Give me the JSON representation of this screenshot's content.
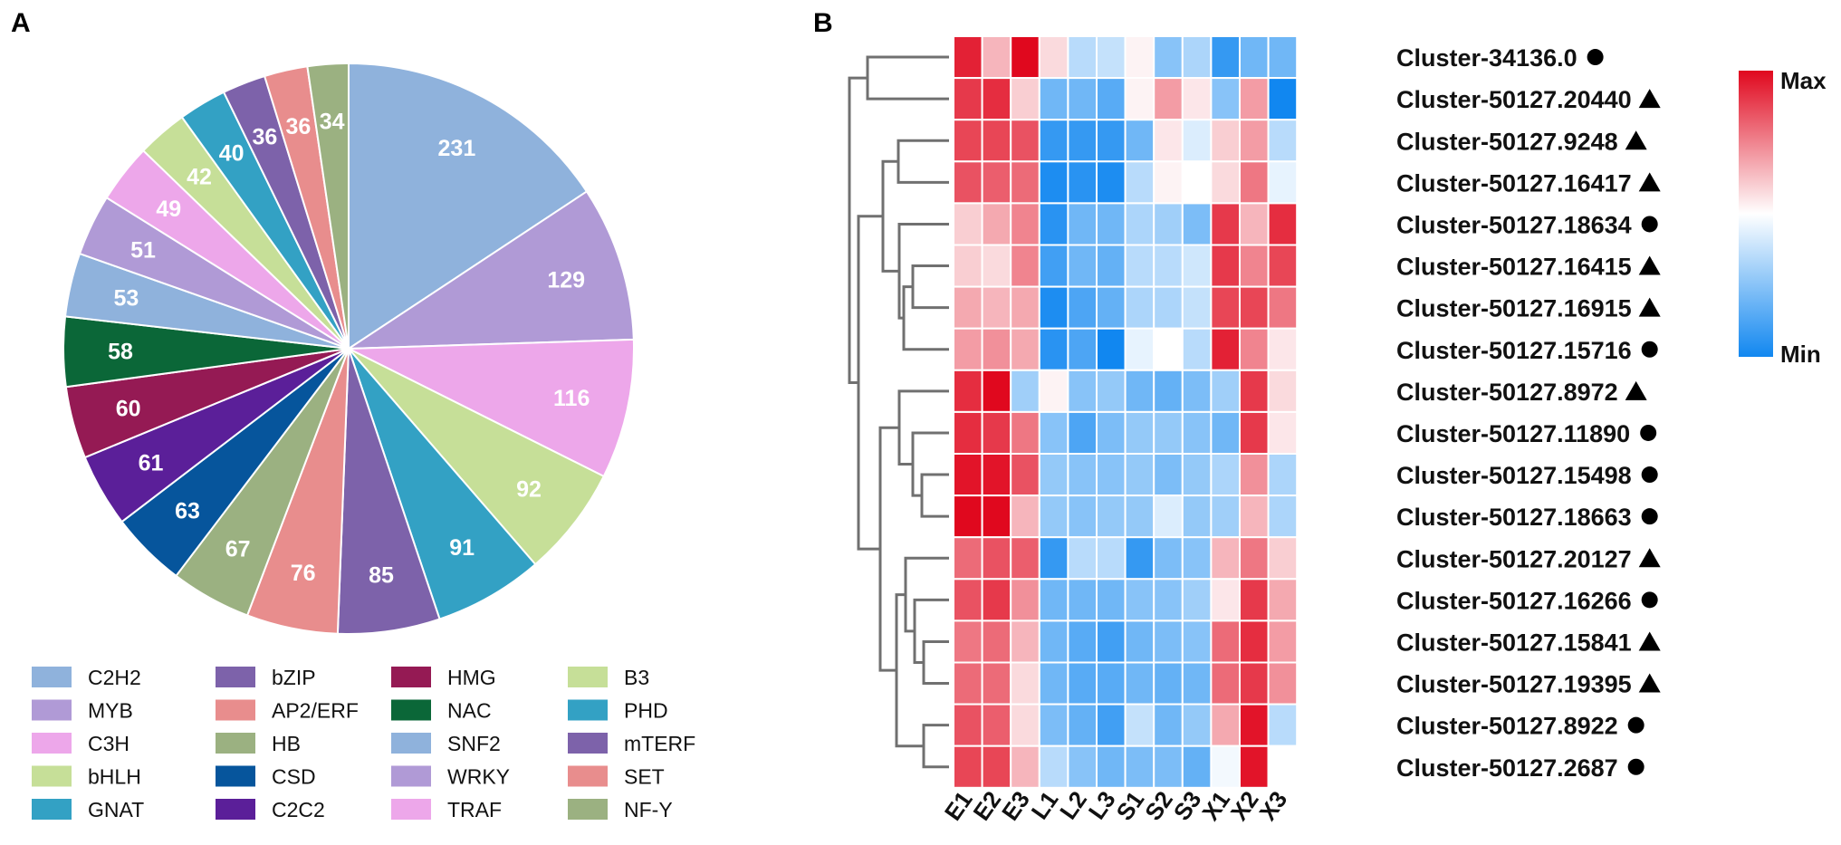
{
  "chart_data": [
    {
      "panel": "A",
      "type": "pie",
      "categories": [
        "C2H2",
        "MYB",
        "C3H",
        "bHLH",
        "GNAT",
        "bZIP",
        "AP2/ERF",
        "HB",
        "CSD",
        "C2C2",
        "HMG",
        "NAC",
        "SNF2",
        "WRKY",
        "TRAF",
        "B3",
        "PHD",
        "mTERF",
        "SET",
        "NF-Y"
      ],
      "values": [
        231,
        129,
        116,
        92,
        91,
        85,
        76,
        67,
        63,
        61,
        60,
        58,
        53,
        51,
        49,
        42,
        40,
        36,
        36,
        34
      ],
      "colors": [
        "#8fb2dc",
        "#b09ad6",
        "#eda7ea",
        "#c6df98",
        "#33a1c4",
        "#7d62aa",
        "#e88d8d",
        "#9bb181",
        "#06559c",
        "#5b1f99",
        "#951a54",
        "#0b6738",
        "#8fb2dc",
        "#b09ad6",
        "#eda7ea",
        "#c6df98",
        "#33a1c4",
        "#7d62aa",
        "#e88d8d",
        "#9bb181"
      ],
      "legend_placement": "bottom"
    },
    {
      "panel": "B",
      "type": "heatmap",
      "columns": [
        "E1",
        "E2",
        "E3",
        "L1",
        "L2",
        "L3",
        "S1",
        "S2",
        "S3",
        "X1",
        "X2",
        "X3"
      ],
      "rows": [
        {
          "label": "Cluster-34136.0",
          "marker": "circle"
        },
        {
          "label": "Cluster-50127.20440",
          "marker": "triangle"
        },
        {
          "label": "Cluster-50127.9248",
          "marker": "triangle"
        },
        {
          "label": "Cluster-50127.16417",
          "marker": "triangle"
        },
        {
          "label": "Cluster-50127.18634",
          "marker": "circle"
        },
        {
          "label": "Cluster-50127.16415",
          "marker": "triangle"
        },
        {
          "label": "Cluster-50127.16915",
          "marker": "triangle"
        },
        {
          "label": "Cluster-50127.15716",
          "marker": "circle"
        },
        {
          "label": "Cluster-50127.8972",
          "marker": "triangle"
        },
        {
          "label": "Cluster-50127.11890",
          "marker": "circle"
        },
        {
          "label": "Cluster-50127.15498",
          "marker": "circle"
        },
        {
          "label": "Cluster-50127.18663",
          "marker": "circle"
        },
        {
          "label": "Cluster-50127.20127",
          "marker": "triangle"
        },
        {
          "label": "Cluster-50127.16266",
          "marker": "circle"
        },
        {
          "label": "Cluster-50127.15841",
          "marker": "triangle"
        },
        {
          "label": "Cluster-50127.19395",
          "marker": "triangle"
        },
        {
          "label": "Cluster-50127.8922",
          "marker": "circle"
        },
        {
          "label": "Cluster-50127.2687",
          "marker": "circle"
        }
      ],
      "values": [
        [
          0.9,
          0.3,
          1.0,
          0.15,
          -0.3,
          -0.25,
          0.05,
          -0.5,
          -0.35,
          -0.85,
          -0.6,
          -0.6
        ],
        [
          0.8,
          0.85,
          0.2,
          -0.6,
          -0.6,
          -0.7,
          0.05,
          0.4,
          0.1,
          -0.5,
          0.4,
          -1.0
        ],
        [
          0.75,
          0.75,
          0.7,
          -0.85,
          -0.85,
          -0.85,
          -0.6,
          0.1,
          -0.15,
          0.2,
          0.4,
          -0.3
        ],
        [
          0.7,
          0.65,
          0.6,
          -0.95,
          -0.9,
          -0.95,
          -0.3,
          0.05,
          0.0,
          0.15,
          0.55,
          -0.1
        ],
        [
          0.2,
          0.35,
          0.5,
          -0.9,
          -0.6,
          -0.6,
          -0.35,
          -0.4,
          -0.55,
          0.8,
          0.3,
          0.85
        ],
        [
          0.2,
          0.15,
          0.5,
          -0.8,
          -0.6,
          -0.65,
          -0.3,
          -0.3,
          -0.2,
          0.8,
          0.5,
          0.75
        ],
        [
          0.35,
          0.3,
          0.35,
          -0.95,
          -0.75,
          -0.65,
          -0.35,
          -0.35,
          -0.25,
          0.75,
          0.75,
          0.55
        ],
        [
          0.4,
          0.45,
          0.35,
          -0.9,
          -0.75,
          -1.0,
          -0.1,
          0.0,
          -0.3,
          0.9,
          0.5,
          0.1
        ],
        [
          0.85,
          1.0,
          -0.4,
          0.05,
          -0.5,
          -0.45,
          -0.6,
          -0.65,
          -0.55,
          -0.4,
          0.8,
          0.15
        ],
        [
          0.85,
          0.8,
          0.55,
          -0.5,
          -0.75,
          -0.55,
          -0.45,
          -0.45,
          -0.5,
          -0.6,
          0.8,
          0.1
        ],
        [
          0.95,
          0.95,
          0.7,
          -0.45,
          -0.5,
          -0.5,
          -0.45,
          -0.55,
          -0.45,
          -0.35,
          0.45,
          -0.35
        ],
        [
          1.0,
          1.0,
          0.3,
          -0.45,
          -0.5,
          -0.45,
          -0.45,
          -0.15,
          -0.45,
          -0.4,
          0.3,
          -0.35
        ],
        [
          0.6,
          0.7,
          0.65,
          -0.85,
          -0.3,
          -0.3,
          -0.85,
          -0.55,
          -0.5,
          0.3,
          0.55,
          0.2
        ],
        [
          0.7,
          0.8,
          0.45,
          -0.6,
          -0.6,
          -0.6,
          -0.5,
          -0.5,
          -0.4,
          0.1,
          0.8,
          0.35
        ],
        [
          0.55,
          0.6,
          0.3,
          -0.6,
          -0.7,
          -0.8,
          -0.6,
          -0.55,
          -0.5,
          0.6,
          0.85,
          0.4
        ],
        [
          0.6,
          0.6,
          0.15,
          -0.6,
          -0.7,
          -0.7,
          -0.6,
          -0.65,
          -0.6,
          0.6,
          0.8,
          0.45
        ],
        [
          0.7,
          0.65,
          0.15,
          -0.55,
          -0.65,
          -0.8,
          -0.25,
          -0.6,
          -0.45,
          0.35,
          0.95,
          -0.3
        ],
        [
          0.75,
          0.75,
          0.3,
          -0.3,
          -0.5,
          -0.6,
          -0.55,
          -0.55,
          -0.65,
          -0.05,
          0.95,
          0.0
        ]
      ],
      "colorbar": {
        "max_label": "Max",
        "min_label": "Min",
        "max_color": "#e0081e",
        "mid_color": "#ffffff",
        "min_color": "#1187f0"
      },
      "row_dendrogram": "left"
    }
  ],
  "panel_a_letter": "A",
  "panel_b_letter": "B",
  "pie_labels": [
    "231",
    "129",
    "116",
    "92",
    "91",
    "85",
    "76",
    "67",
    "63",
    "61",
    "60",
    "58",
    "53",
    "51",
    "49",
    "42",
    "40",
    "36",
    "36",
    "34"
  ]
}
